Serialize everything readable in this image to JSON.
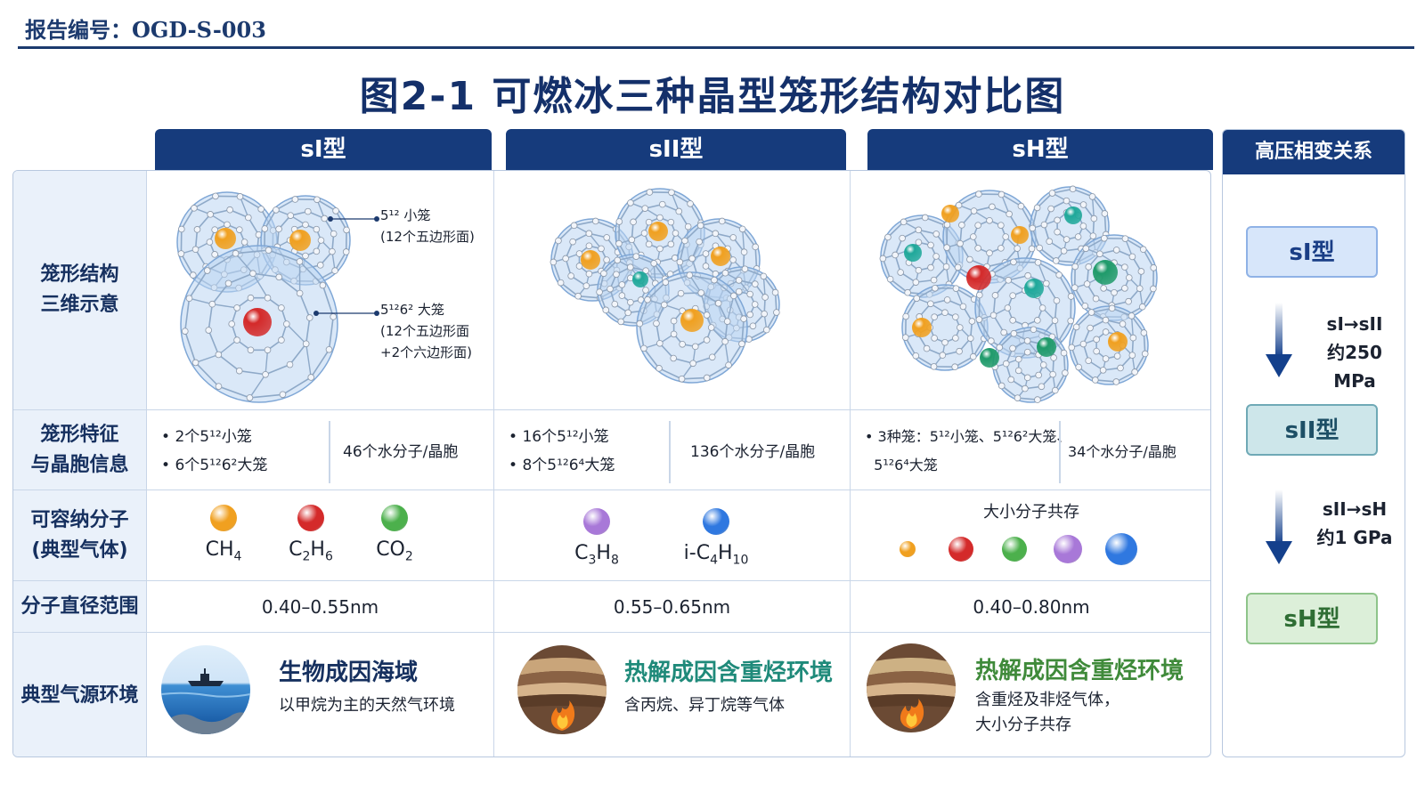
{
  "header": {
    "report_no": "报告编号：OGD-S-003",
    "title": "图2-1  可燃冰三种晶型笼形结构对比图"
  },
  "columns": [
    "sI型",
    "sII型",
    "sH型"
  ],
  "rows": {
    "structure": "笼形结构\n三维示意",
    "features": "笼形特征\n与晶胞信息",
    "molecules": "可容纳分子\n(典型气体)",
    "diameter": "分子直径范围",
    "environment": "典型气源环境"
  },
  "callouts": {
    "small_cage": "5¹² 小笼\n(12个五边形面)",
    "large_cage": "5¹²6² 大笼\n(12个五边形面\n+2个六边形面)"
  },
  "features": [
    {
      "bullets": [
        "2个5¹²小笼",
        "6个5¹²6²大笼"
      ],
      "water": "46个水分子/晶胞"
    },
    {
      "bullets": [
        "16个5¹²小笼",
        "8个5¹²6⁴大笼"
      ],
      "water": "136个水分子/晶胞"
    },
    {
      "bullets": [
        "3种笼：5¹²小笼、5¹²6²大笼、",
        "5¹²6⁴大笼"
      ],
      "water": "34个水分子/晶胞"
    }
  ],
  "molecules": {
    "sI": [
      {
        "base": "CH",
        "sub": "4",
        "tail": "",
        "tailsub": "",
        "color": "#f0a020"
      },
      {
        "base": "C",
        "sub": "2",
        "tail": "H",
        "tailsub": "6",
        "color": "#d42a2a"
      },
      {
        "base": "CO",
        "sub": "2",
        "tail": "",
        "tailsub": "",
        "color": "#4cb04c"
      }
    ],
    "sII": [
      {
        "base": "C",
        "sub": "3",
        "tail": "H",
        "tailsub": "8",
        "color": "#a878d8"
      },
      {
        "base": "i-C",
        "sub": "4",
        "tail": "H",
        "tailsub": "10",
        "color": "#2f78e0"
      }
    ],
    "sH_label": "大小分子共存",
    "sH_colors": [
      "#f0a020",
      "#d42a2a",
      "#4cb04c",
      "#a878d8",
      "#2f78e0"
    ]
  },
  "diameters": [
    "0.40–0.55nm",
    "0.55–0.65nm",
    "0.40–0.80nm"
  ],
  "environments": [
    {
      "title": "生物成因海域",
      "desc": "以甲烷为主的天然气环境",
      "color": "#16305f"
    },
    {
      "title": "热解成因含重烃环境",
      "desc": "含丙烷、异丁烷等气体",
      "color": "#1f8a7a"
    },
    {
      "title": "热解成因含重烃环境",
      "desc": "含重烃及非烃气体，\n大小分子共存",
      "color": "#3f8a3a"
    }
  ],
  "side": {
    "title": "高压相变关系",
    "phases": [
      "sI型",
      "sII型",
      "sH型"
    ],
    "transitions": [
      "sI→sII\n约250 MPa",
      "sII→sH\n约1 GPa"
    ]
  }
}
